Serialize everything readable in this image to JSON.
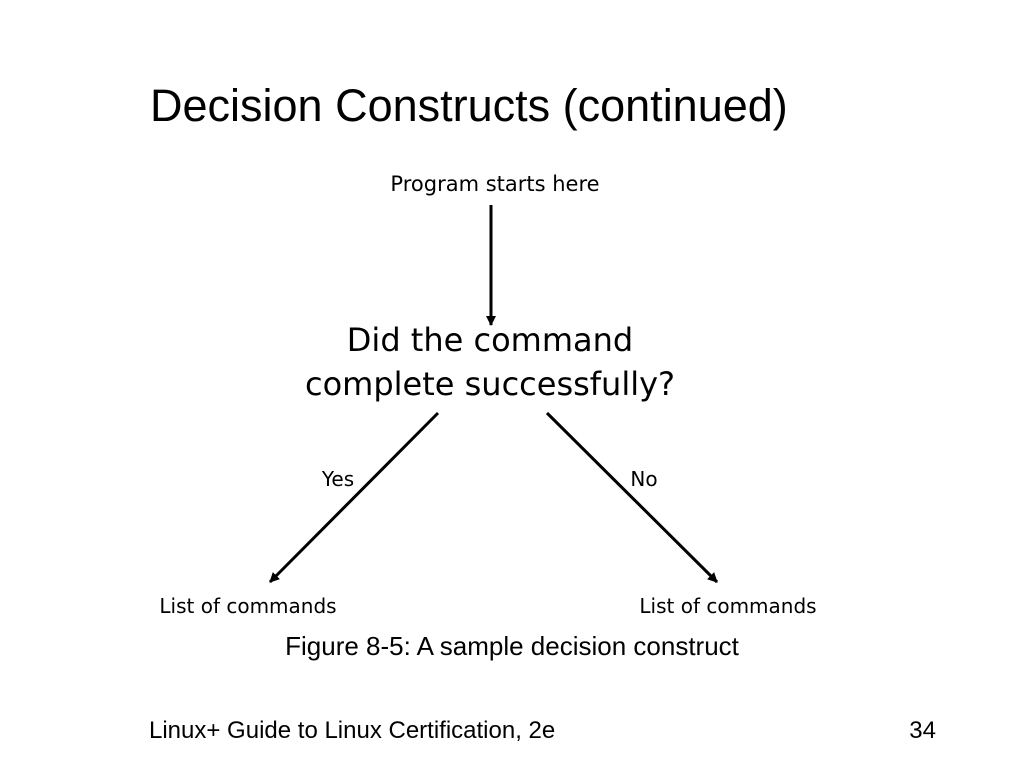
{
  "slide": {
    "title": "Decision Constructs (continued)",
    "footer": "Linux+ Guide to Linux Certification, 2e",
    "page_number": "34"
  },
  "diagram": {
    "start_label": "Program starts here",
    "decision_line1": "Did the command",
    "decision_line2": "complete successfully?",
    "yes_label": "Yes",
    "no_label": "No",
    "yes_target": "List of commands",
    "no_target": "List of commands",
    "caption": "Figure 8-5: A sample decision construct"
  }
}
